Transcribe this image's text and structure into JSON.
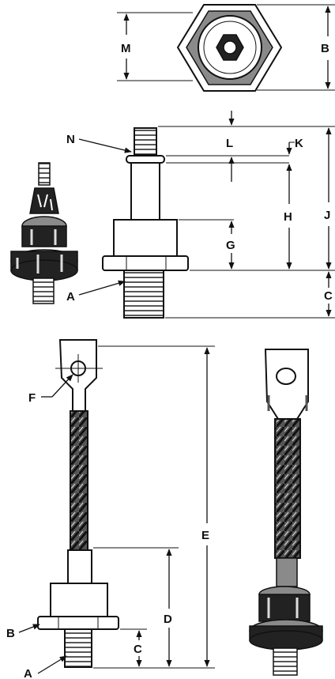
{
  "labels": {
    "M": "M",
    "B_top": "B",
    "N": "N",
    "L": "L",
    "K": "K",
    "H": "H",
    "J": "J",
    "G": "G",
    "A_top": "A",
    "C_top": "C",
    "F": "F",
    "E": "E",
    "D": "D",
    "B_bottom": "B",
    "C_bottom": "C",
    "A_bottom": "A"
  }
}
